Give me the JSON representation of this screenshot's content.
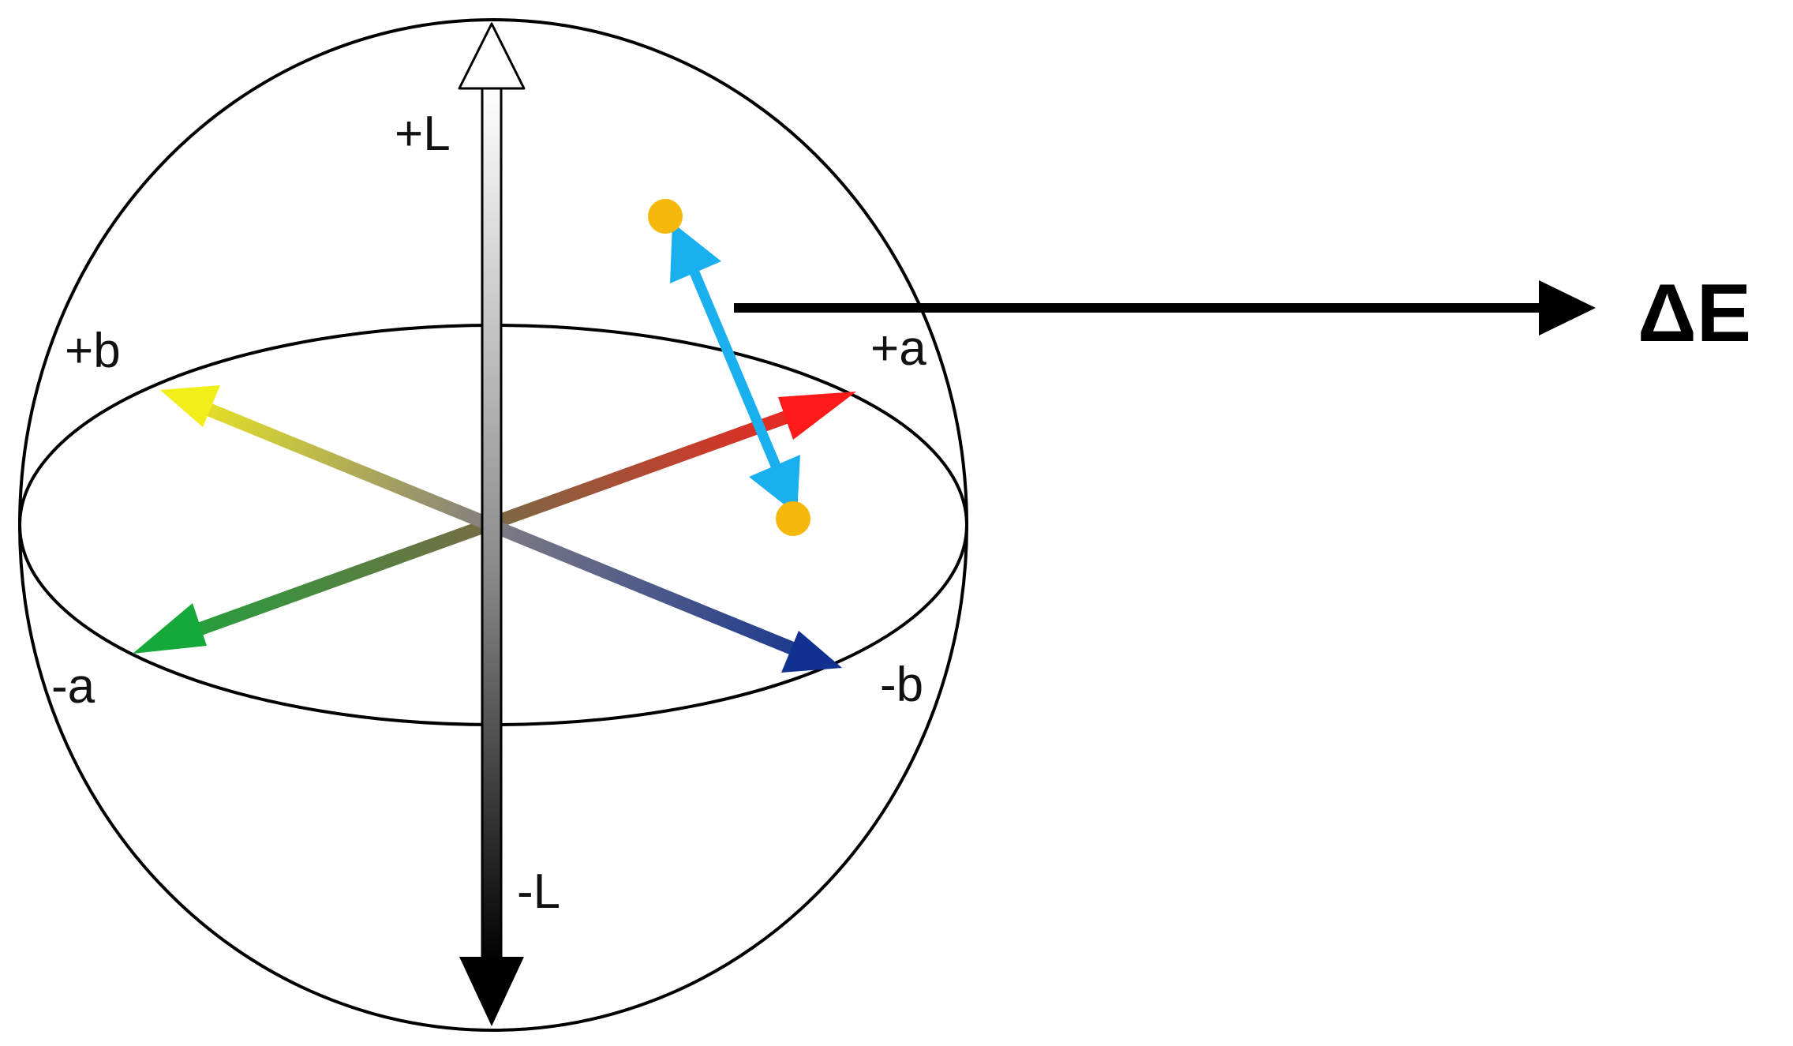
{
  "labels": {
    "plus_l": "+L",
    "minus_l": "-L",
    "plus_a": "+a",
    "minus_a": "-a",
    "plus_b": "+b",
    "minus_b": "-b",
    "delta_e": "ΔE"
  },
  "colors": {
    "outline": "#000000",
    "plus_a": "#ff1a1a",
    "minus_a": "#16a83a",
    "plus_b": "#f2ee1a",
    "minus_b": "#10318f",
    "center": "#6e6e6e",
    "delta_arrow": "#1ab0ef",
    "color_point": "#f7b80c",
    "l_top": "#ffffff",
    "l_bottom": "#000000"
  }
}
